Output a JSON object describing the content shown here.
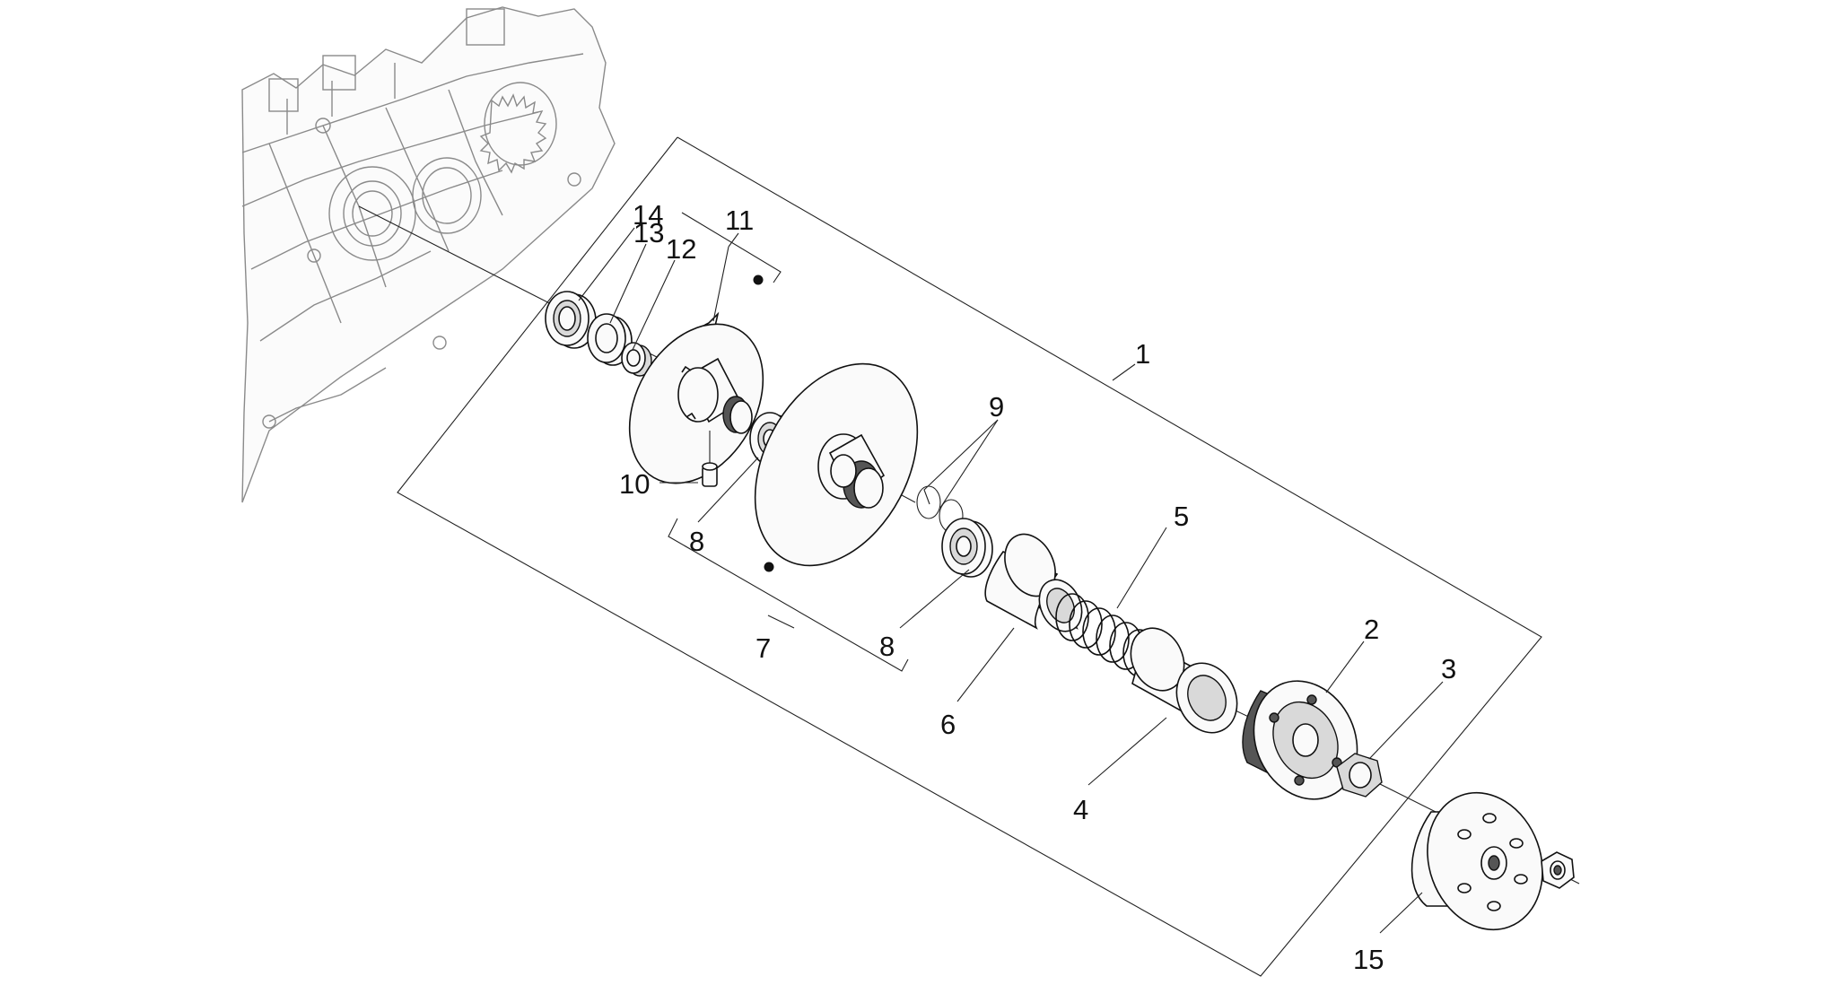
{
  "callouts": [
    {
      "id": "1",
      "label": "1"
    },
    {
      "id": "2",
      "label": "2"
    },
    {
      "id": "3",
      "label": "3"
    },
    {
      "id": "4",
      "label": "4"
    },
    {
      "id": "5",
      "label": "5"
    },
    {
      "id": "6",
      "label": "6"
    },
    {
      "id": "7",
      "label": "7"
    },
    {
      "id": "8a",
      "label": "8"
    },
    {
      "id": "8b",
      "label": "8"
    },
    {
      "id": "9",
      "label": "9"
    },
    {
      "id": "10",
      "label": "10"
    },
    {
      "id": "11",
      "label": "11"
    },
    {
      "id": "12",
      "label": "12"
    },
    {
      "id": "13",
      "label": "13"
    },
    {
      "id": "14",
      "label": "14"
    },
    {
      "id": "15",
      "label": "15"
    }
  ]
}
